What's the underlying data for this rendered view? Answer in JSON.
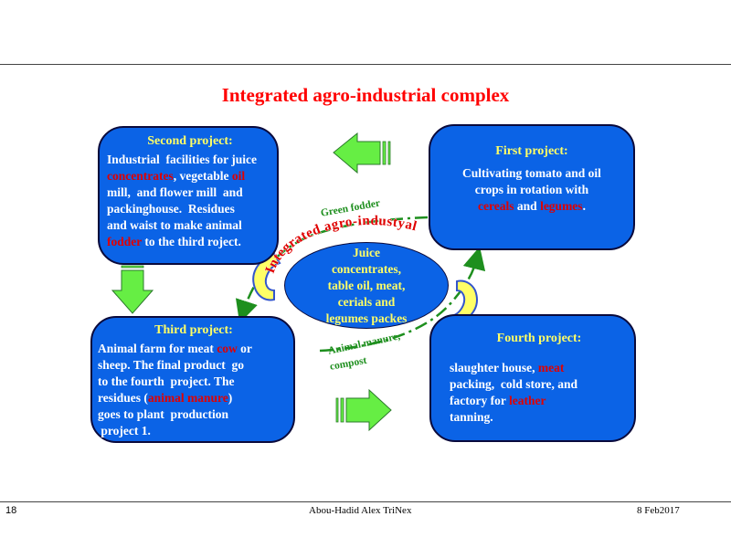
{
  "title": "Integrated agro-industrial complex",
  "projects": {
    "first": {
      "heading": "First project:",
      "lines": [
        [
          {
            "t": "Cultivating tomato and oil"
          }
        ],
        [
          {
            "t": "crops in rotation with"
          }
        ],
        [
          {
            "t": "cereals",
            "red": true
          },
          {
            "t": " and "
          },
          {
            "t": "legumes",
            "red": true
          },
          {
            "t": "."
          }
        ]
      ]
    },
    "second": {
      "heading": "Second project:",
      "lines": [
        [
          {
            "t": "Industrial  facilities for juice"
          }
        ],
        [
          {
            "t": "concentrates",
            "red": true
          },
          {
            "t": ", vegetable "
          },
          {
            "t": "oil",
            "red": true
          }
        ],
        [
          {
            "t": "mill,  and flower mill  and"
          }
        ],
        [
          {
            "t": "packinghouse.  Residues"
          }
        ],
        [
          {
            "t": "and waist to make animal"
          }
        ],
        [
          {
            "t": "fodder",
            "red": true
          },
          {
            "t": " to the third roject."
          }
        ]
      ]
    },
    "third": {
      "heading": "Third  project:",
      "lines": [
        [
          {
            "t": "Animal farm for meat "
          },
          {
            "t": "cow",
            "red": true
          },
          {
            "t": " or"
          }
        ],
        [
          {
            "t": "sheep. The final product  go"
          }
        ],
        [
          {
            "t": "to the fourth  project. The"
          }
        ],
        [
          {
            "t": "residues ("
          },
          {
            "t": "animal manure",
            "red": true
          },
          {
            "t": ")"
          }
        ],
        [
          {
            "t": "goes to plant  production"
          }
        ],
        [
          {
            "t": " project 1."
          }
        ]
      ]
    },
    "fourth": {
      "heading": "Fourth  project:",
      "lines": [
        [
          {
            "t": "slaughter house, "
          },
          {
            "t": "meat",
            "red": true
          }
        ],
        [
          {
            "t": "packing,  cold store, and"
          }
        ],
        [
          {
            "t": "factory for "
          },
          {
            "t": "leather",
            "red": true
          }
        ],
        [
          {
            "t": "tanning."
          }
        ]
      ]
    }
  },
  "center": {
    "lines": [
      "Juice",
      "concentrates,",
      "table oil, meat,",
      "cerials and",
      "legumes packes"
    ]
  },
  "ring_label": "Integrated agro-industyal",
  "labels": {
    "green_fodder": "Green fodder",
    "animal_manure": "Animal  manure,",
    "compost": "compost"
  },
  "footer": {
    "page": "18",
    "authors": "Abou-Hadid   Alex  TriNex",
    "date": "8 Feb2017"
  },
  "colors": {
    "box_fill": "#0b63e6",
    "heading": "#ffff66",
    "highlight": "#e00000",
    "title": "#ff0000",
    "arrow_green": "#66ee44",
    "dash_line": "#1e8f1e"
  }
}
